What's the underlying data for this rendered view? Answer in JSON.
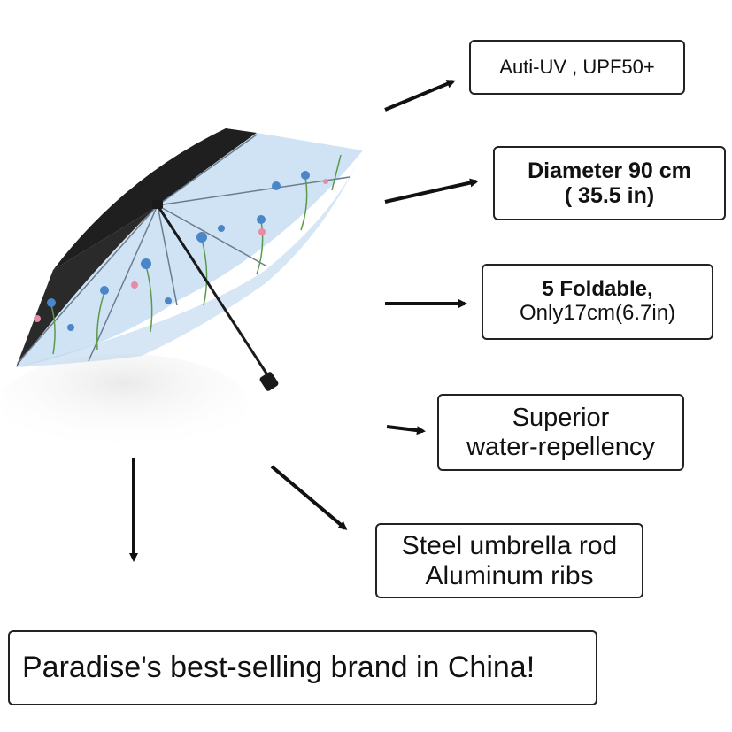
{
  "features": [
    {
      "lines": [
        "Auti-UV , UPF50+"
      ]
    },
    {
      "lines": [
        "Diameter  90 cm",
        "( 35.5 in)"
      ]
    },
    {
      "lines": [
        "5 Foldable,",
        "Only17cm(6.7in)"
      ]
    },
    {
      "lines": [
        "Superior",
        "water-repellency"
      ]
    },
    {
      "lines": [
        "Steel umbrella rod",
        "Aluminum ribs"
      ]
    }
  ],
  "banner": "Paradise's best-selling brand in China!",
  "colors": {
    "canopy_outer": "#1f1f1f",
    "canopy_inner": "#cfe3f5",
    "text": "#111111",
    "border": "#222222"
  }
}
